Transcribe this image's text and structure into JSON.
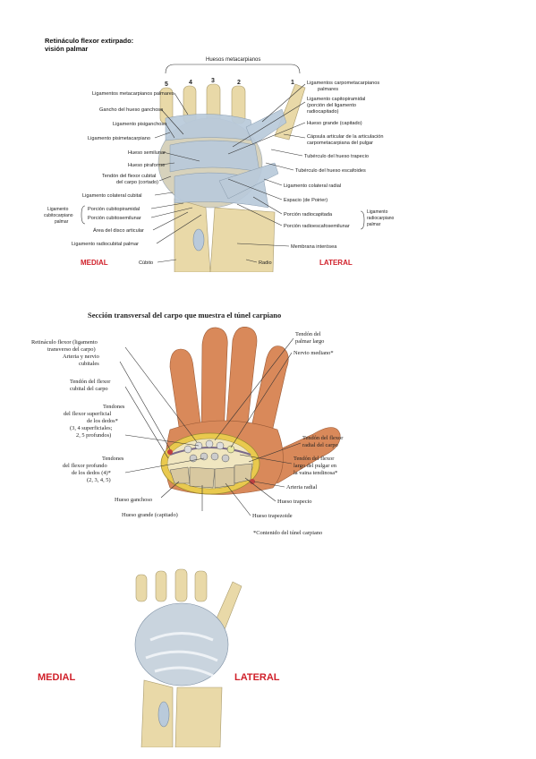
{
  "panel1": {
    "title_line1": "Retináculo flexor extirpado:",
    "title_line2": "visión palmar",
    "bracket_label": "Huesos metacarpianos",
    "metacarpal_numbers": [
      "5",
      "4",
      "3",
      "2",
      "1"
    ],
    "left_labels": [
      "Ligamentos metacarpianos palmares",
      "Gancho del hueso ganchoso",
      "Ligamento pisiganchoso",
      "Ligamento pisimetacarpiano",
      "Hueso semilunar",
      "Hueso piraforme",
      "Tendón del flexor cubital",
      "del carpo (cortado)",
      "Ligamento colateral cubital",
      "Ligamento",
      "cubitocarpiano",
      "palmar",
      "Porción cubitopiramidal",
      "Porción cubitosemilunar",
      "Área del disco articular",
      "Ligamento radiocubital palmar"
    ],
    "right_labels": [
      "Ligamentos carpometacarpianos",
      "palmares",
      "Ligamento capitopiramidal",
      "(porción del ligamento",
      "radiocapitado)",
      "Hueso grande (capitado)",
      "Cápsula articular de la articulación",
      "carpometacarpiana del pulgar",
      "Tubérculo del hueso trapecio",
      "Tubérculo del hueso escafoides",
      "Ligamento colateral radial",
      "Espacio (de Poirier)",
      "Porción radiocapitada",
      "Porción radioescafosemilunar",
      "Ligamento",
      "radiocarpiano",
      "palmar",
      "Membrana interósea"
    ],
    "bottom_labels": [
      "Cúbito",
      "Radio"
    ],
    "medial": "MEDIAL",
    "lateral": "LATERAL"
  },
  "panel2": {
    "title": "Sección transversal del carpo que muestra el túnel carpiano",
    "left_labels": [
      "Retináculo flexor (ligamento",
      "transverso del carpo)",
      "Arteria y nervio",
      "cubitales",
      "Tendón del flexor",
      "cubital del carpo",
      "Tendones",
      "del flexor superficial",
      "de los dedos*",
      "(3, 4 superficiales;",
      "2, 5 profundos)",
      "Tendones",
      "del flexor profundo",
      "de los dedos (4)*",
      "(2, 3, 4, 5)"
    ],
    "right_labels": [
      "Tendón del",
      "palmar largo",
      "Nervio mediano*",
      "Tendón del flexor",
      "radial del carpo",
      "Tendón del flexor",
      "largo del pulgar en",
      "la vaina tendinosa*",
      "Arteria radial",
      "Hueso trapecio",
      "Hueso trapezoide"
    ],
    "bottom_labels": [
      "Hueso ganchoso",
      "Hueso grande (capitado)"
    ],
    "footnote": "*Contenido del túnel carpiano"
  },
  "panel3": {
    "medial": "MEDIAL",
    "lateral": "LATERAL"
  },
  "colors": {
    "bone": "#e9d9a8",
    "ligament": "#b9cadb",
    "skin": "#d9895a",
    "red_label": "#d0202a"
  }
}
